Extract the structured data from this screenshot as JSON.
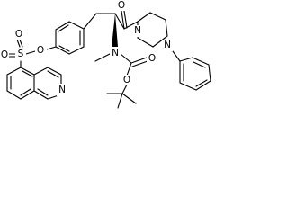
{
  "molecule": {
    "atom_labels": {
      "carbonyl_oxygen": "O",
      "piperazine_n_amide": "N",
      "piperazine_n_phenyl": "N",
      "carbamate_n": "N",
      "carbamate_carbonyl_o": "O",
      "carbamate_ester_o": "O",
      "aryl_ether_o": "O",
      "sulfur": "S",
      "sulfonyl_o_left": "O",
      "sulfonyl_o_right": "O",
      "isoquinoline_n": "N"
    }
  }
}
